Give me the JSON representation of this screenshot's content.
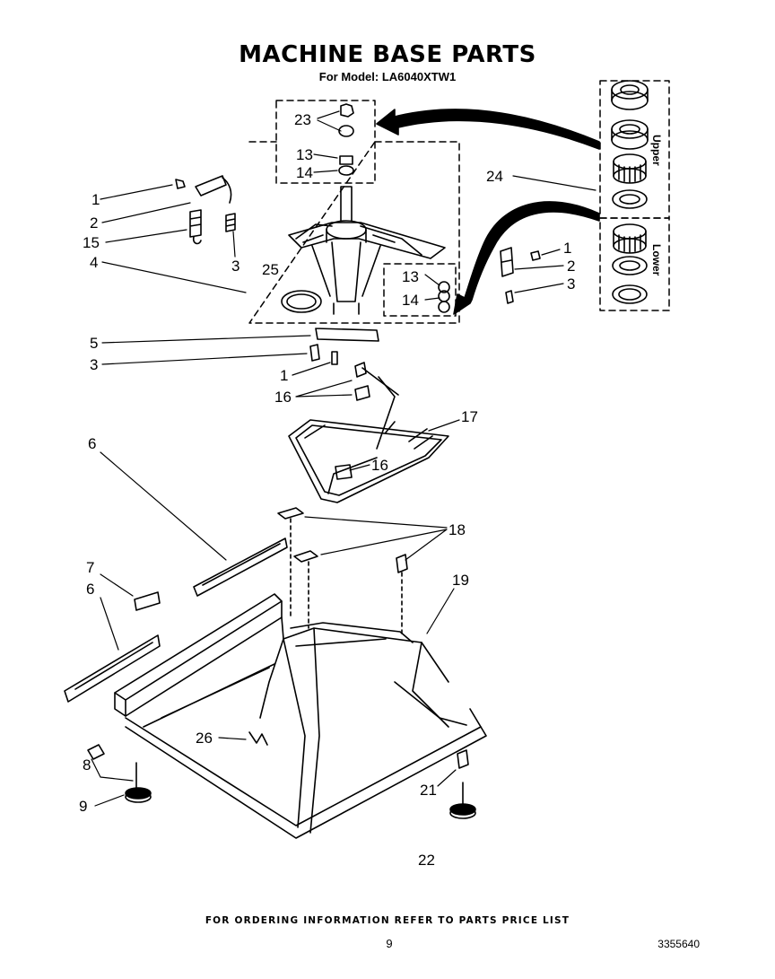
{
  "title": "MACHINE BASE PARTS",
  "subtitle": "For Model: LA6040XTW1",
  "footer_note": "FOR ORDERING INFORMATION REFER TO PARTS PRICE LIST",
  "page_number": "9",
  "document_number": "3355640",
  "bearing_kit": {
    "upper_label": "Upper",
    "lower_label": "Lower"
  },
  "callouts": [
    {
      "id": "c23",
      "label": "23"
    },
    {
      "id": "c13a",
      "label": "13"
    },
    {
      "id": "c14a",
      "label": "14"
    },
    {
      "id": "c24",
      "label": "24"
    },
    {
      "id": "c1a",
      "label": "1"
    },
    {
      "id": "c2a",
      "label": "2"
    },
    {
      "id": "c15",
      "label": "15"
    },
    {
      "id": "c3a",
      "label": "3"
    },
    {
      "id": "c4",
      "label": "4"
    },
    {
      "id": "c25",
      "label": "25"
    },
    {
      "id": "c1b",
      "label": "1"
    },
    {
      "id": "c2b",
      "label": "2"
    },
    {
      "id": "c3b",
      "label": "3"
    },
    {
      "id": "c13b",
      "label": "13"
    },
    {
      "id": "c14b",
      "label": "14"
    },
    {
      "id": "c5",
      "label": "5"
    },
    {
      "id": "c3c",
      "label": "3"
    },
    {
      "id": "c1c",
      "label": "1"
    },
    {
      "id": "c16a",
      "label": "16"
    },
    {
      "id": "c17",
      "label": "17"
    },
    {
      "id": "c16b",
      "label": "16"
    },
    {
      "id": "c6a",
      "label": "6"
    },
    {
      "id": "c18",
      "label": "18"
    },
    {
      "id": "c7",
      "label": "7"
    },
    {
      "id": "c6b",
      "label": "6"
    },
    {
      "id": "c19",
      "label": "19"
    },
    {
      "id": "c26",
      "label": "26"
    },
    {
      "id": "c8",
      "label": "8"
    },
    {
      "id": "c9",
      "label": "9"
    },
    {
      "id": "c21",
      "label": "21"
    },
    {
      "id": "c22",
      "label": "22"
    }
  ]
}
